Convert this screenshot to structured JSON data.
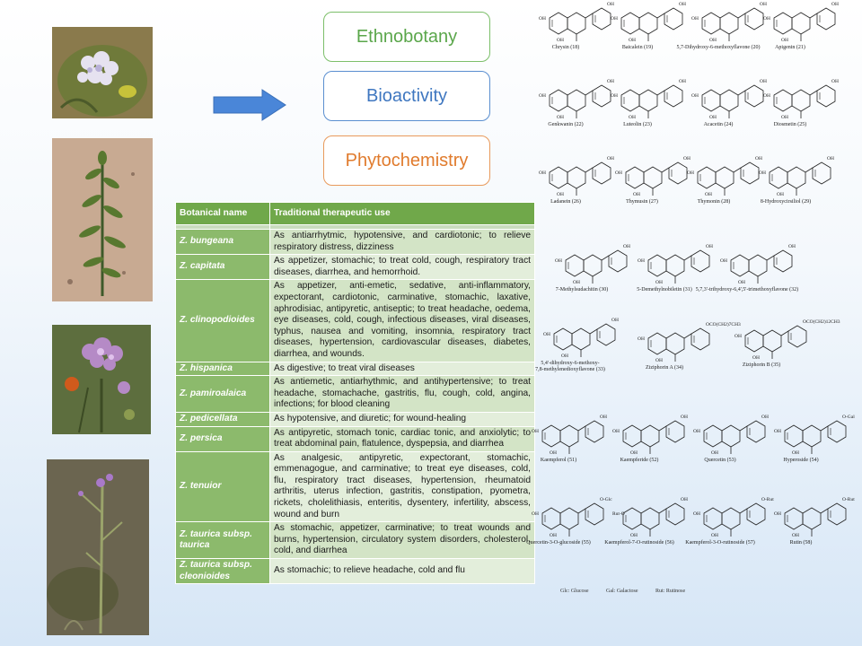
{
  "pills": {
    "ethnobotany": "Ethnobotany",
    "bioactivity": "Bioactivity",
    "phytochemistry": "Phytochemistry"
  },
  "colors": {
    "header_green": "#70a84a",
    "name_green": "#8cba6c",
    "arrow_blue": "#4a86d8",
    "ethnobotany": "#5aa64a",
    "bioactivity": "#3f77c0",
    "phytochemistry": "#e07b2d"
  },
  "table": {
    "header_name": "Botanical name",
    "header_use": "Traditional  therapeutic use",
    "rows": [
      {
        "name": "Z. bungeana",
        "use": "As antiarrhytmic, hypotensive, and cardiotonic; to relieve respiratory distress, dizziness"
      },
      {
        "name": "Z. capitata",
        "use": "As appetizer, stomachic; to treat cold, cough, respiratory tract diseases, diarrhea, and hemorrhoid."
      },
      {
        "name": "Z. clinopodioides",
        "use": "As appetizer, anti-emetic, sedative, anti-inflammatory, expectorant, cardiotonic, carminative, stomachic, laxative, aphrodisiac, antipyretic, antiseptic; to treat headache, oedema, eye diseases, cold, cough, infectious diseases, viral diseases, typhus, nausea and vomiting, insomnia, respiratory tract diseases, hypertension, cardiovascular diseases, diabetes, diarrhea, and wounds."
      },
      {
        "name": "Z. hispanica",
        "use": "As digestive; to treat viral diseases"
      },
      {
        "name": "Z. pamiroalaica",
        "use": "As antiemetic, antiarhythmic, and antihypertensive; to treat headache, stomachache, gastritis, flu, cough, cold, angina, infections; for blood cleaning"
      },
      {
        "name": "Z. pedicellata",
        "use": "As hypotensive, and diuretic;  for wound-healing"
      },
      {
        "name": "Z. persica",
        "use": "As antipyretic, stomach tonic, cardiac tonic, and anxiolytic; to treat abdominal pain, flatulence, dyspepsia, and diarrhea"
      },
      {
        "name": "Z. tenuior",
        "use": "As analgesic, antipyretic, expectorant, stomachic, emmenagogue, and carminative; to treat eye diseases, cold, flu, respiratory tract diseases, hypertension, rheumatoid arthritis, uterus infection, gastritis, constipation, pyometra, rickets, cholelithiasis, enteritis, dysentery, infertility, abscess, wound and burn"
      },
      {
        "name": "Z. taurica subsp. taurica",
        "use": "As stomachic, appetizer, carminative; to treat wounds and burns, hypertension, circulatory system disorders, cholesterol, cold, and diarrhea"
      },
      {
        "name": "Z. taurica subsp. cleonioides",
        "use": "As stomachic; to relieve headache, cold and flu"
      }
    ]
  },
  "compounds": [
    "Chrysin (18)",
    "Baicalein (19)",
    "5,7-Dihydroxy-6-methoxyflavone (20)",
    "Apigenin (21)",
    "Genkwanin (22)",
    "Luteolin (23)",
    "Acacetin (24)",
    "Diosmetin (25)",
    "Ladanein (26)",
    "Thymusin (27)",
    "Thymonin (28)",
    "8-Hydroxycirsiliol (29)",
    "7-Methylsudachitin (30)",
    "5-Demethylnobiletin (31)",
    "5,7,3'-trihydroxy-6,4',5'-trimethoxyflavone (32)",
    "5,4'-dihydroxy-6-methoxy-",
    "7,8-methylenedioxyflavone (33)",
    "Ziziphorin A (34)",
    "Ziziphorin B (35)",
    "Kaempferol (51)",
    "Kaempferide (52)",
    "Quercetin (53)",
    "Hyperoside (54)",
    "Quercetin-3-O-glucoside (55)",
    "Kaempferol-7-O-rutinoside (56)",
    "Kaempferol-3-O-rutinoside (57)",
    "Rutin (58)"
  ],
  "groups": {
    "oh": "OH",
    "ome": "O",
    "ogal": "O-Gal",
    "oglc": "O-Glc",
    "orut": "O-Rut",
    "rut_o": "Rut-O",
    "ester_a": "OCO(CH2)7CH3",
    "ester_b": "OCO(CH2)12CH3"
  },
  "legend": {
    "glc": "Glc: Glucose",
    "gal": "Gal: Galactose",
    "rut": "Rut: Rutinose"
  },
  "icons": [
    "plant-photo-icon",
    "arrow-right-icon",
    "flavone-structure-icon"
  ]
}
